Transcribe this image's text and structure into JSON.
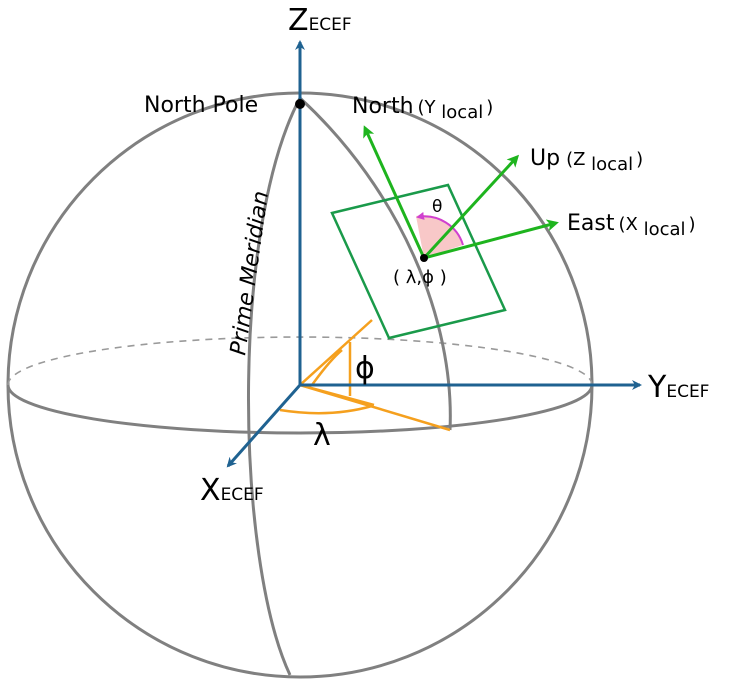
{
  "axes": {
    "z_ecef": {
      "main": "Z",
      "sub": "ECEF"
    },
    "y_ecef": {
      "main": "Y",
      "sub": "ECEF"
    },
    "x_ecef": {
      "main": "X",
      "sub": "ECEF"
    }
  },
  "labels": {
    "north_pole": "North Pole",
    "prime_meridian": "Prime Meridian",
    "point": "( λ,ϕ )",
    "theta": "θ",
    "phi": "ϕ",
    "lambda": "λ"
  },
  "local_axes": {
    "north": {
      "word": "North",
      "open": "(Y ",
      "sub": "local",
      "close": ")"
    },
    "up": {
      "word": "Up",
      "open": "(Z ",
      "sub": "local",
      "close": ")"
    },
    "east": {
      "word": "East",
      "open": "(X ",
      "sub": "local",
      "close": ")"
    }
  },
  "colors": {
    "ecef_axis": "#1f6291",
    "local_axis": "#1eb41e",
    "angle": "#f5a01e",
    "sphere": "#808080",
    "theta_arc": "#d040d0",
    "theta_fill": "#f8c8c8",
    "plane": "#1a9a4a"
  }
}
